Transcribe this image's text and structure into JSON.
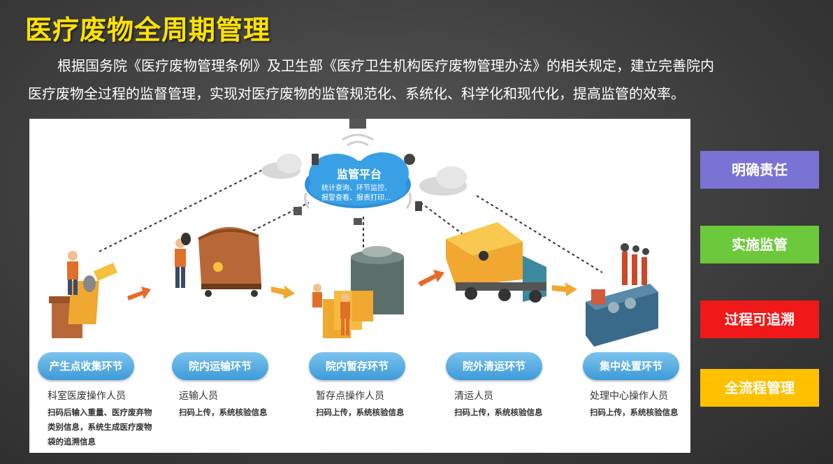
{
  "slide": {
    "title": "医疗废物全周期管理",
    "intro_line1": "根据国务院《医疗废物管理条例》及卫生部《医疗卫生机构医疗废物管理办法》的相关规定，建立完善院内",
    "intro_line2": "医疗废物全过程的监督管理，实现对医疗废物的监管规范化、系统化、科学化和现代化，提高监管的效率。"
  },
  "platform": {
    "title": "监管平台",
    "line1": "统计查询、环节监控、",
    "line2": "报警查看、报表打印..."
  },
  "stages": [
    {
      "label": "产生点收集环节",
      "role": "科室医废操作人员",
      "desc_lines": [
        "扫码后输入重量、医疗废弃物",
        "类别信息，系统生成医疗废物",
        "袋的追溯信息"
      ]
    },
    {
      "label": "院内运输环节",
      "role": "运输人员",
      "desc_lines": [
        "扫码上传，系统核验信息"
      ]
    },
    {
      "label": "院内暂存环节",
      "role": "暂存点操作人员",
      "desc_lines": [
        "扫码上传，系统核验信息"
      ]
    },
    {
      "label": "院外清运环节",
      "role": "清运人员",
      "desc_lines": [
        "扫码上传，系统核验信息"
      ]
    },
    {
      "label": "集中处置环节",
      "role": "处理中心操作人员",
      "desc_lines": [
        "扫码上传，系统核验信息"
      ]
    }
  ],
  "side_buttons": [
    {
      "label": "明确责任",
      "color": "#7b72d6"
    },
    {
      "label": "实施监管",
      "color": "#6cc93c"
    },
    {
      "label": "过程可追溯",
      "color": "#f01818"
    },
    {
      "label": "全流程管理",
      "color": "#ffc000"
    }
  ],
  "colors": {
    "title": "#ffe200",
    "stage_button": "#4aa6e0",
    "bin_orange": "#f0a830",
    "bin_brown": "#b86838",
    "arrow": "#e86a2a"
  },
  "icons": [
    "cloud-icon",
    "monitor-icon",
    "camera-icon",
    "scanner-icon",
    "trash-bin-icon",
    "dumpster-icon",
    "worker-icon",
    "storage-room-icon",
    "garbage-truck-icon",
    "incinerator-factory-icon",
    "arrow-right-icon"
  ]
}
